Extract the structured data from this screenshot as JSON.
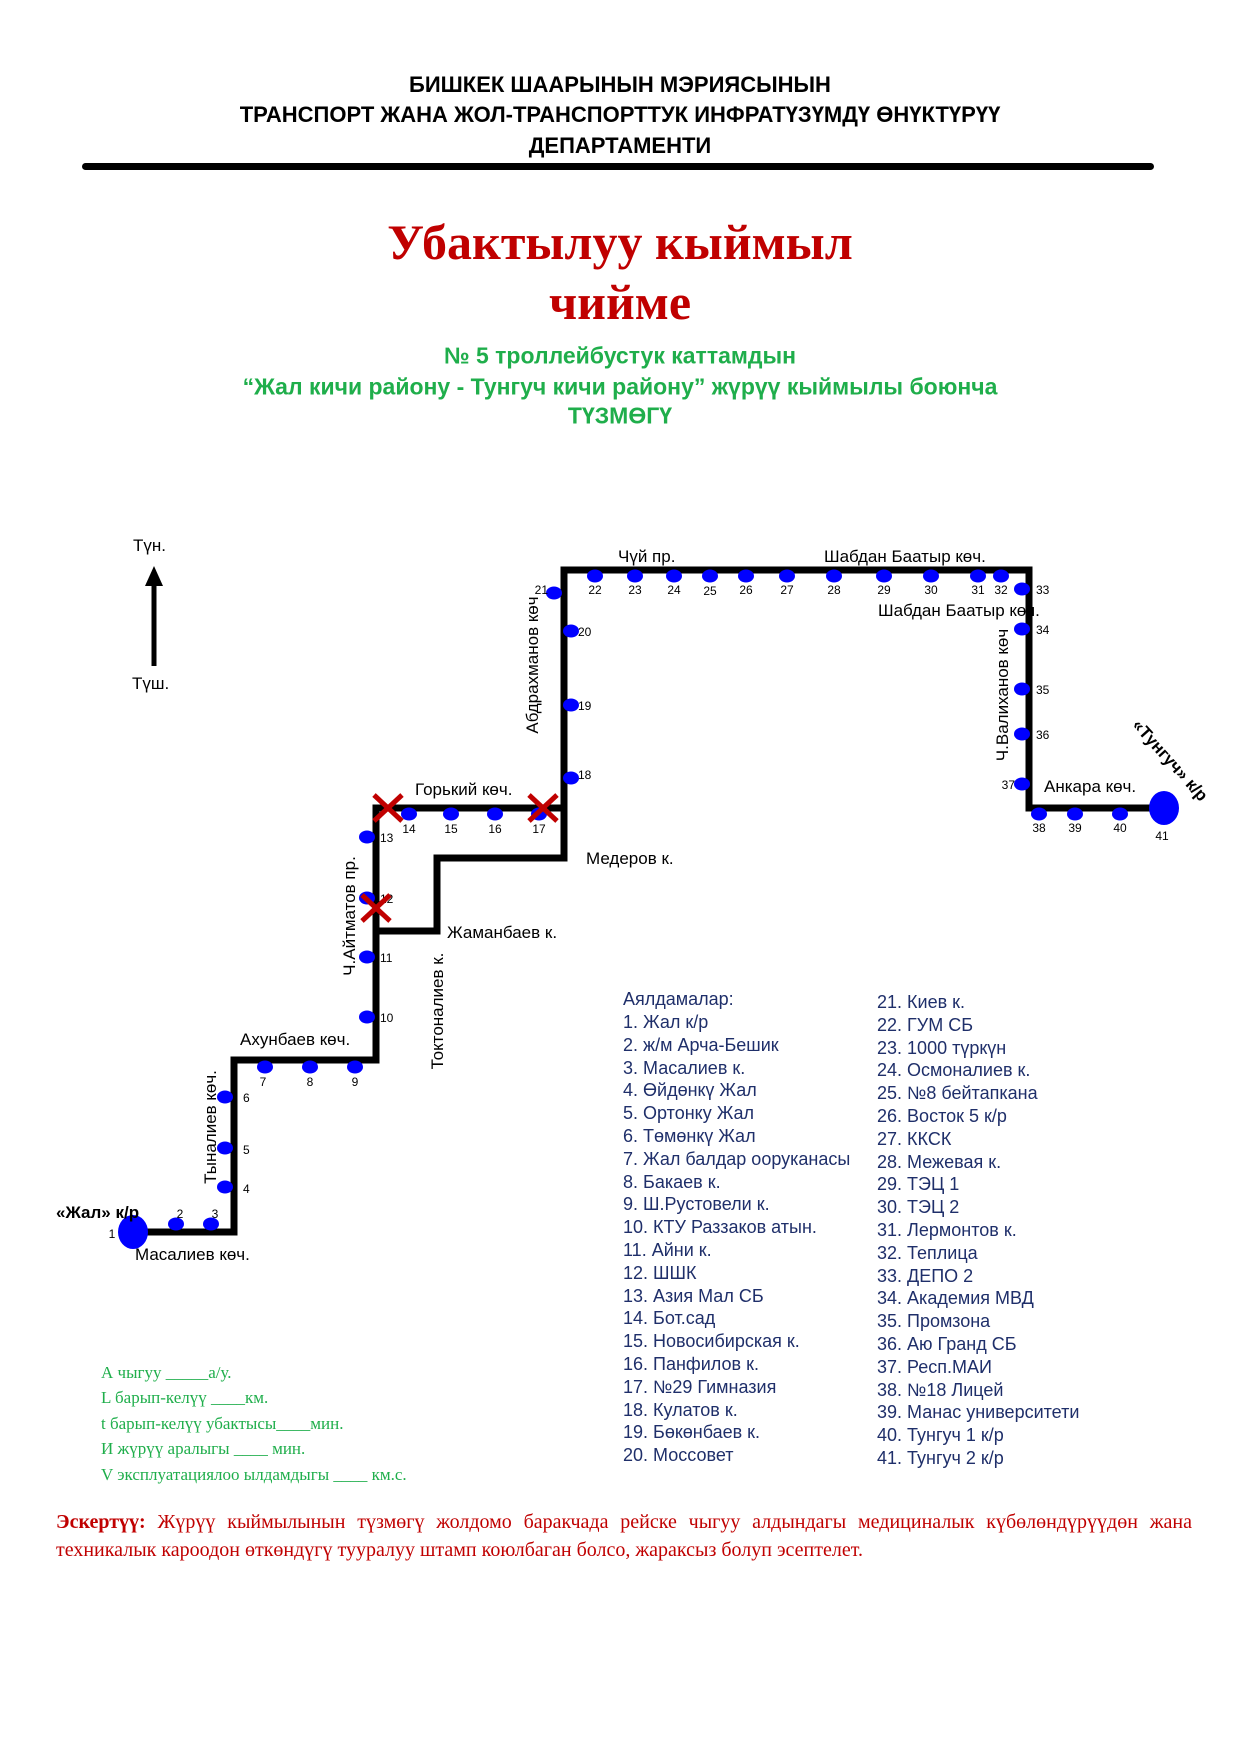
{
  "header": {
    "line1": "БИШКЕК ШААРЫНЫН  МЭРИЯСЫНЫН",
    "line2": "ТРАНСПОРТ ЖАНА ЖОЛ-ТРАНСПОРТТУК ИНФРАТҮЗҮМДҮ ӨНҮКТҮРҮҮ",
    "line3": "ДЕПАРТАМЕНТИ"
  },
  "title": {
    "line1": "Убактылуу кыймыл",
    "line2": "чийме"
  },
  "subtitle": {
    "line1": "№ 5 троллейбустук каттамдын",
    "line2": "“Жал кичи району  - Тунгуч кичи району” жүрүү кыймылы боюнча",
    "line3": "ТҮЗМӨГҮ"
  },
  "compass": {
    "north": "Түн.",
    "south": "Түш."
  },
  "map": {
    "terminal_start": "«Жал» к/р",
    "terminal_end": "«Тунгуч» к/р",
    "streets": {
      "masaliev": "Масалиев көч.",
      "tynaliev": "Тыналиев көч.",
      "akhunbaev": "Ахунбаев көч.",
      "aitmatov": "Ч.Айтматов пр.",
      "toktonaliev": "Токтоналиев к.",
      "zhamanbaev": "Жаманбаев к.",
      "mederov": "Медеров к.",
      "gorky": "Горький көч.",
      "abdrakhmanov": "Абдрахманов көч",
      "chuy": "Чүй пр.",
      "shabdan_top": "Шабдан Баатыр көч.",
      "shabdan_side": "Шабдан Баатыр көч.",
      "valikhanov": "Ч.Валиханов көч",
      "ankara": "Анкара көч."
    },
    "colors": {
      "route": "#000000",
      "stop": "#0000ff",
      "closed": "#c00000"
    }
  },
  "stops_heading": "Аялдамалар:",
  "stops": [
    {
      "num": "1",
      "name": "Жал к/р"
    },
    {
      "num": "2",
      "name": "ж/м Арча-Бешик"
    },
    {
      "num": "3",
      "name": "Масалиев к."
    },
    {
      "num": "4",
      "name": "Өйдөнкү Жал"
    },
    {
      "num": "5",
      "name": "Ортонку Жал"
    },
    {
      "num": "6",
      "name": "Төмөнкү Жал"
    },
    {
      "num": "7",
      "name": "Жал балдар ооруканасы"
    },
    {
      "num": "8",
      "name": "Бакаев к."
    },
    {
      "num": "9",
      "name": "Ш.Рустовели к."
    },
    {
      "num": "10",
      "name": "КТУ Раззаков атын."
    },
    {
      "num": "11",
      "name": "Айни к."
    },
    {
      "num": "12",
      "name": "ШШК"
    },
    {
      "num": "13",
      "name": "Азия Мал СБ"
    },
    {
      "num": "14",
      "name": "Бот.сад"
    },
    {
      "num": "15",
      "name": "Новосибирская к."
    },
    {
      "num": "16",
      "name": "Панфилов к."
    },
    {
      "num": "17",
      "name": "№29 Гимназия"
    },
    {
      "num": "18",
      "name": "Кулатов к."
    },
    {
      "num": "19",
      "name": "Бөкөнбаев к."
    },
    {
      "num": "20",
      "name": "Моссовет"
    },
    {
      "num": "21",
      "name": "Киев к."
    },
    {
      "num": "22",
      "name": "ГУМ СБ"
    },
    {
      "num": "23",
      "name": "1000 түркүн"
    },
    {
      "num": "24",
      "name": "Осмоналиев к."
    },
    {
      "num": "25",
      "name": "№8 бейтапкана"
    },
    {
      "num": "26",
      "name": "Восток 5 к/р"
    },
    {
      "num": "27",
      "name": "ККСК"
    },
    {
      "num": "28",
      "name": "Межевая к."
    },
    {
      "num": "29",
      "name": "ТЭЦ 1"
    },
    {
      "num": "30",
      "name": "ТЭЦ 2"
    },
    {
      "num": "31",
      "name": "Лермонтов к."
    },
    {
      "num": "32",
      "name": "Теплица"
    },
    {
      "num": "33",
      "name": "ДЕПО 2"
    },
    {
      "num": "34",
      "name": "Академия МВД"
    },
    {
      "num": "35",
      "name": "Промзона"
    },
    {
      "num": "36",
      "name": "Аю Гранд СБ"
    },
    {
      "num": "37",
      "name": "Респ.МАИ"
    },
    {
      "num": "38",
      "name": "№18 Лицей"
    },
    {
      "num": "39",
      "name": "Манас университети"
    },
    {
      "num": "40",
      "name": "Тунгуч 1 к/р"
    },
    {
      "num": "41",
      "name": "Тунгуч 2 к/р"
    }
  ],
  "params": [
    "А чыгуу   _____а/у.",
    "L барып-келүү  ____км.",
    "t барып-келүү убактысы____мин.",
    "И жүрүү аралыгы ____      мин.",
    "V эксплуатациялоо ылдамдыгы ____ км.с."
  ],
  "note": {
    "label": "Эскертүү:",
    "text": " Жүрүү кыймылынын түзмөгү жолдомо баракчада рейске чыгуу алдындагы медициналык күбөлөндүрүүдөн жана техникалык кароодон өткөндүгү тууралуу штамп коюлбаган болсо, жараксыз болуп эсептелет."
  }
}
